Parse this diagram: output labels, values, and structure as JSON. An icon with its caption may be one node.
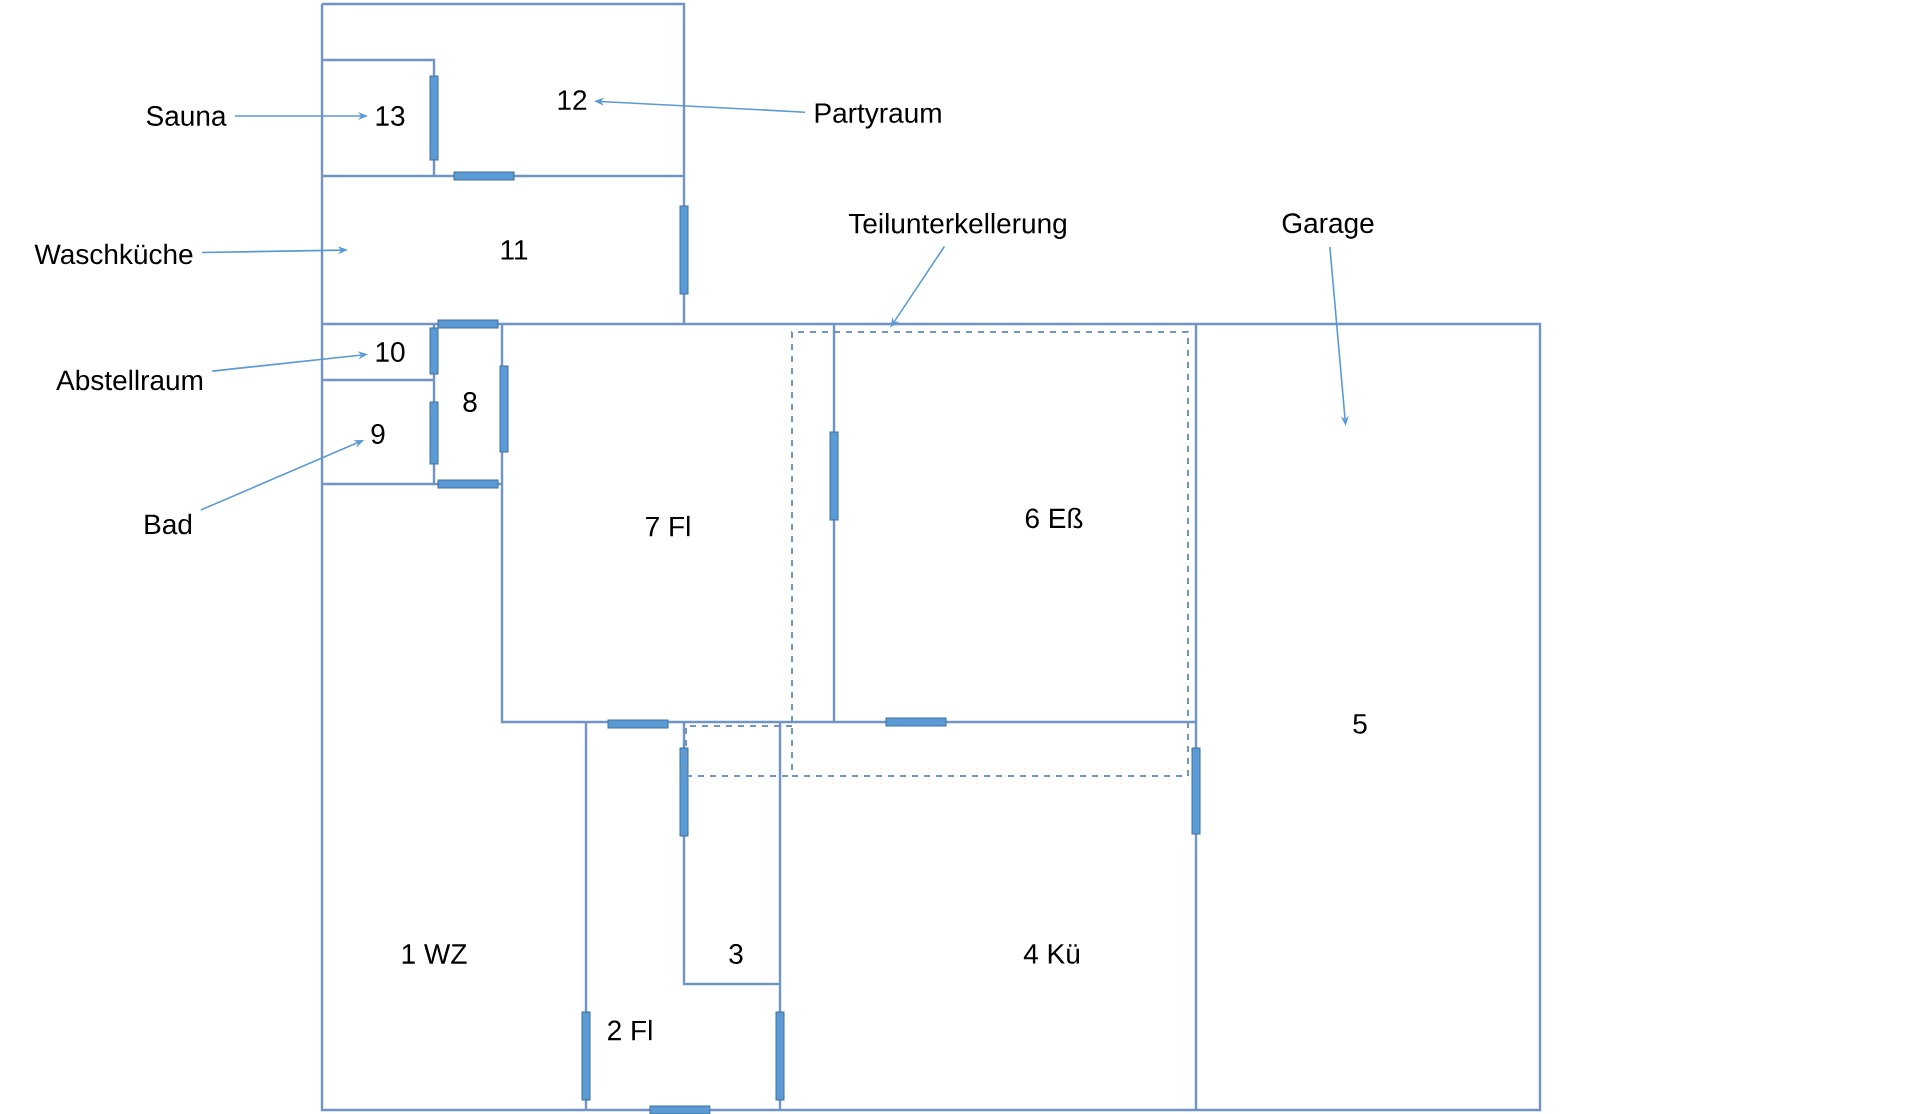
{
  "diagram": {
    "nodes": [
      {
        "text": [
          "Sauna"
        ]
      },
      {
        "text": [
          "13"
        ]
      },
      {
        "text": [
          "Partyraum"
        ]
      },
      {
        "text": [
          "12"
        ]
      },
      {
        "text": [
          "Waschküche"
        ]
      },
      {
        "text": [
          "Abstellraum"
        ]
      },
      {
        "text": [
          "10"
        ]
      },
      {
        "text": [
          "Bad"
        ]
      },
      {
        "text": [
          "9"
        ]
      },
      {
        "text": [
          "Teilunterkellerung"
        ]
      },
      {
        "text": [],
        "shape": "box"
      },
      {
        "text": [
          "Garage"
        ]
      }
    ],
    "edges": [
      {
        "from": 0,
        "to": 1,
        "arrow": "to"
      },
      {
        "from": 2,
        "to": 3,
        "arrow": "to"
      },
      {
        "from": 4,
        "to": null,
        "arrow": "to"
      },
      {
        "from": 5,
        "to": 6,
        "arrow": "to"
      },
      {
        "from": 7,
        "to": 8,
        "arrow": "to"
      },
      {
        "from": 9,
        "to": 10,
        "arrow": "to"
      },
      {
        "from": 11,
        "to": null,
        "arrow": "to"
      }
    ],
    "labels": [
      "11",
      "8",
      "7 Fl",
      "6 Eß",
      "5",
      "1 WZ",
      "3",
      "4 Kü",
      "2 Fl"
    ]
  }
}
